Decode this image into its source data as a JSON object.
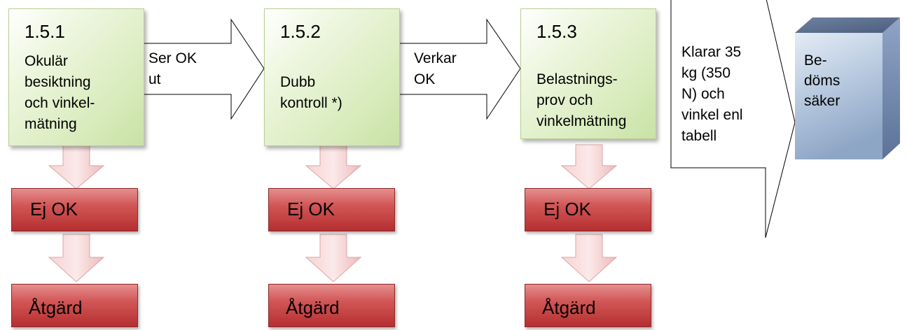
{
  "steps": [
    {
      "number": "1.5.1",
      "description": "Okulär\nbesiktning\noch vinkel-\nmätning"
    },
    {
      "number": "1.5.2",
      "description": "Dubb\nkontroll *)"
    },
    {
      "number": "1.5.3",
      "description": "Belastnings-\nprov och\nvinkelmätning"
    }
  ],
  "transitions": [
    {
      "label": "Ser OK\nut"
    },
    {
      "label": "Verkar\nOK"
    },
    {
      "label": "Klarar 35\nkg (350\nN) och\nvinkel enl\ntabell"
    }
  ],
  "fail_label": "Ej OK",
  "action_label": "Åtgärd",
  "result": {
    "label": "Be-\ndöms\nsäker"
  },
  "colors": {
    "step_fill": "#d9ecbe",
    "fail_fill": "#c84646",
    "down_arrow": "#f2c4c4",
    "cube_front": "#b5c9df",
    "cube_top": "#5c6f8e",
    "cube_side": "#7d93b8"
  }
}
